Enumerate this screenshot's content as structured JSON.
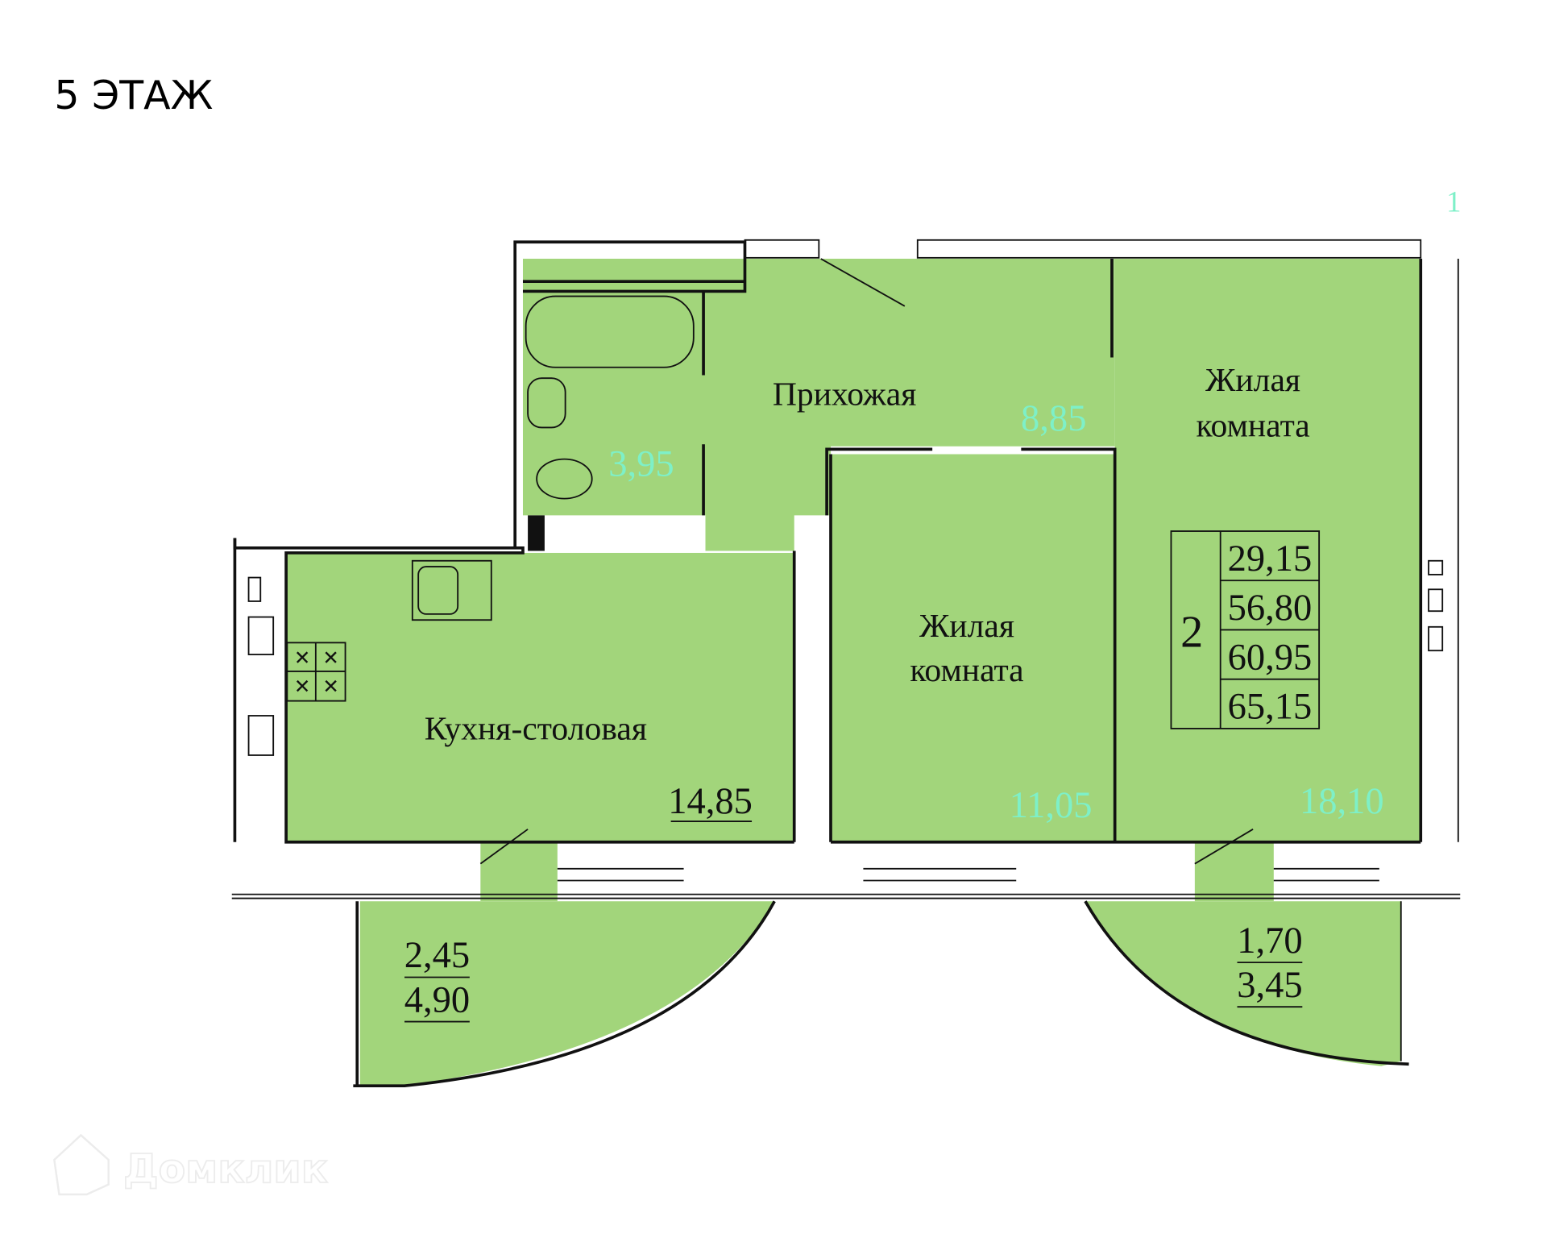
{
  "floor_label": "5 ЭТАЖ",
  "corner_mark": "1",
  "rooms": {
    "hallway": {
      "name": "Прихожая",
      "area": "8,85"
    },
    "bathroom": {
      "area": "3,95"
    },
    "living_room_large": {
      "name_line1": "Жилая",
      "name_line2": "комната",
      "area": "18,10"
    },
    "living_room_small": {
      "name_line1": "Жилая",
      "name_line2": "комната",
      "area": "11,05"
    },
    "kitchen": {
      "name": "Кухня-столовая",
      "area": "14,85"
    },
    "balcony_left": {
      "area_top": "2,45",
      "area_bottom": "4,90"
    },
    "balcony_right": {
      "area_top": "1,70",
      "area_bottom": "3,45"
    }
  },
  "summary_table": {
    "rooms_count": "2",
    "values": [
      "29,15",
      "56,80",
      "60,95",
      "65,15"
    ]
  },
  "watermark": "Домклик",
  "colors": {
    "room_fill": "#a2d57b",
    "area_label_cyan": "#7ef0c8",
    "walls": "#111111"
  }
}
